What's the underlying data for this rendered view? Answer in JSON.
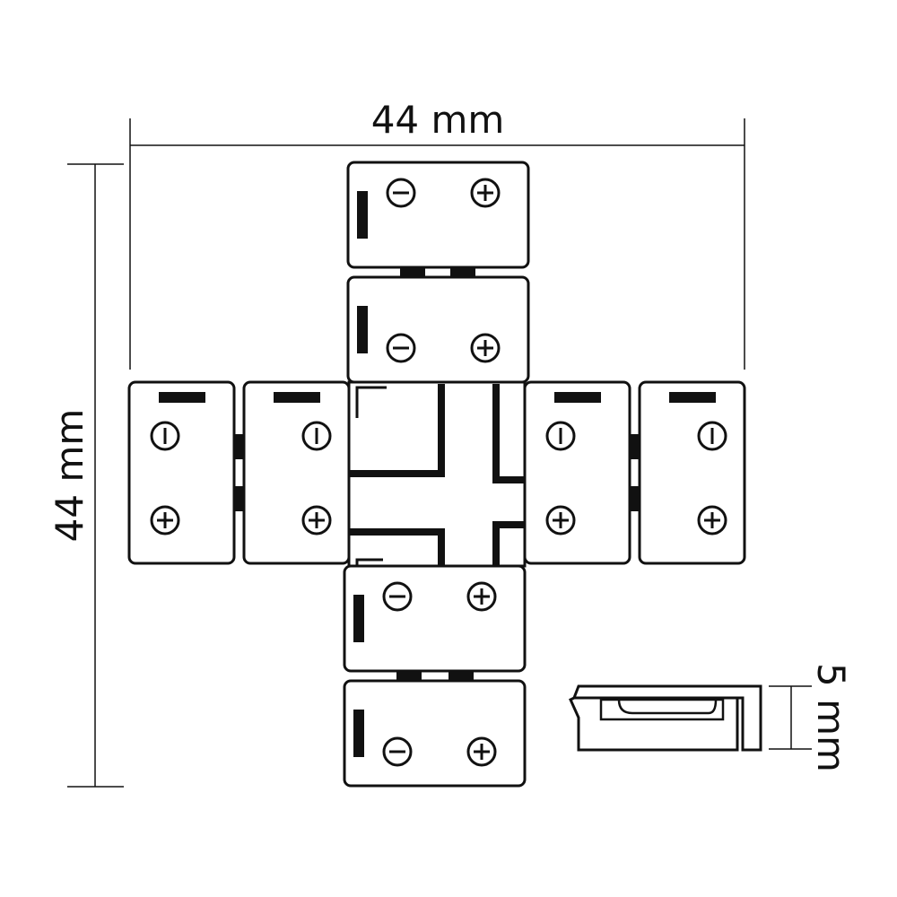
{
  "dimensions": {
    "width_label": "44 mm",
    "height_label": "44 mm",
    "thickness_label": "5 mm"
  },
  "symbols": {
    "negative": "minus-terminal-icon",
    "positive": "plus-terminal-icon"
  },
  "colors": {
    "line": "#111111",
    "background": "#ffffff"
  }
}
